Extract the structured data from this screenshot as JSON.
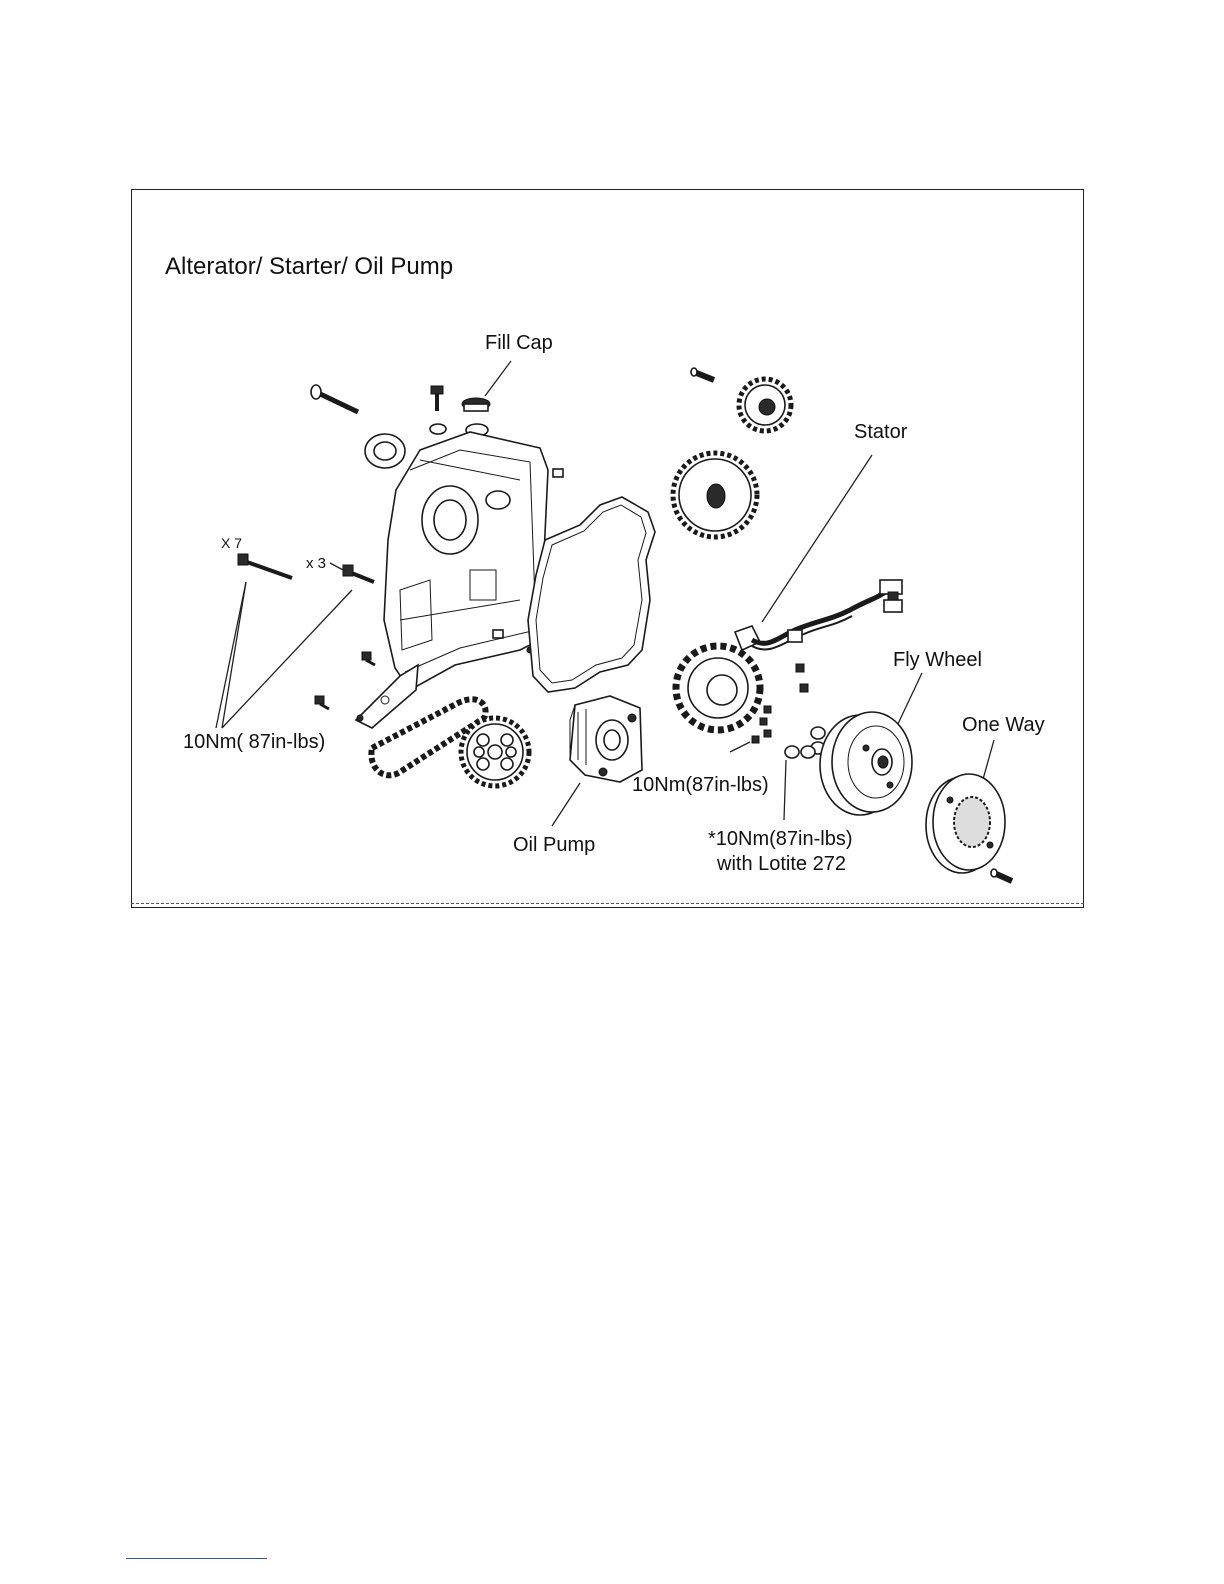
{
  "diagram": {
    "title": "Alterator/ Starter/ Oil Pump",
    "labels": {
      "fill_cap": "Fill Cap",
      "stator": "Stator",
      "qty_x7": "X 7",
      "qty_x3": "x 3",
      "torque_cover": "10Nm( 87in-lbs)",
      "fly_wheel": "Fly Wheel",
      "one_way": "One Way",
      "torque_stator": "10Nm(87in-lbs)",
      "torque_flywheel": "*10Nm(87in-lbs)",
      "lotite": "with Lotite 272",
      "oil_pump": "Oil Pump"
    }
  }
}
